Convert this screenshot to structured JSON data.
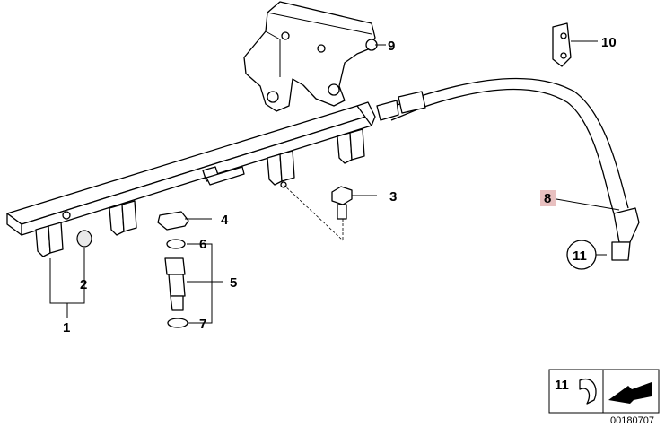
{
  "diagram": {
    "callouts": [
      {
        "id": "1",
        "label": "1"
      },
      {
        "id": "2",
        "label": "2"
      },
      {
        "id": "3",
        "label": "3"
      },
      {
        "id": "4",
        "label": "4"
      },
      {
        "id": "5",
        "label": "5"
      },
      {
        "id": "6",
        "label": "6"
      },
      {
        "id": "7",
        "label": "7"
      },
      {
        "id": "8",
        "label": "8",
        "highlight": "#e8c0c0"
      },
      {
        "id": "9",
        "label": "9"
      },
      {
        "id": "10",
        "label": "10"
      },
      {
        "id": "11",
        "label": "11"
      }
    ],
    "legend": {
      "label": "11"
    },
    "document_number": "00180707"
  }
}
